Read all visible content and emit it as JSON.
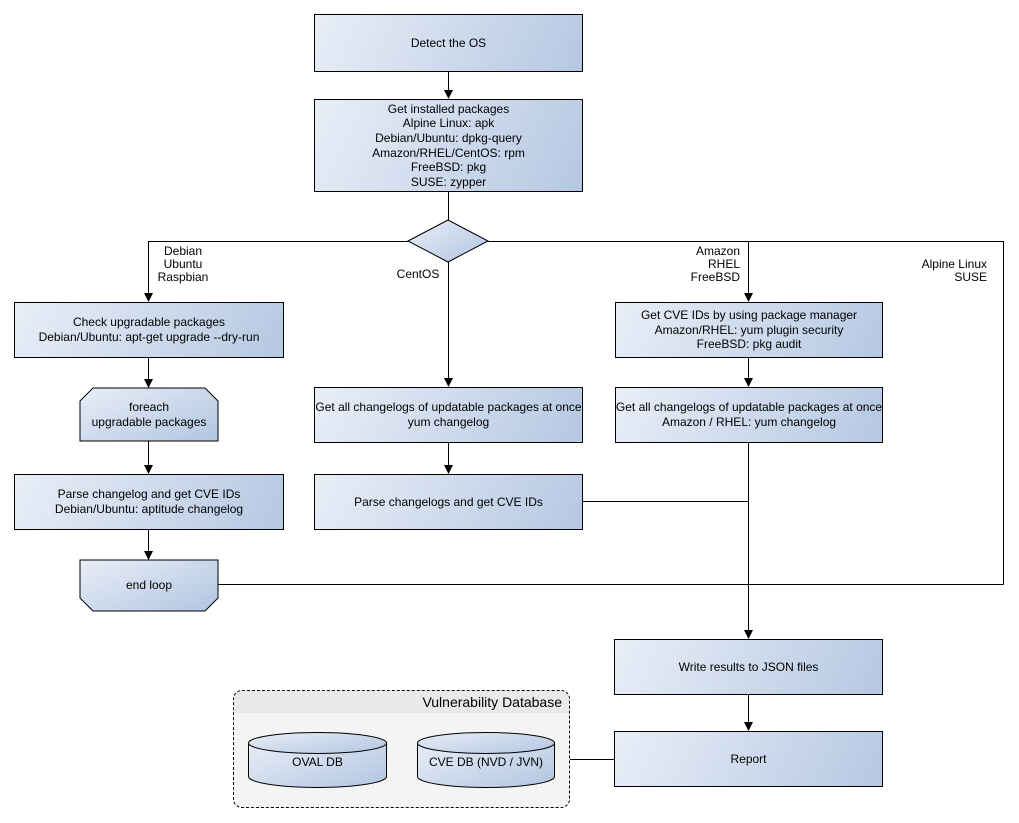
{
  "colors": {
    "node_gradient_start": "#e9eef7",
    "node_gradient_end": "#b5c8e2",
    "node_border": "#000000",
    "line": "#000000",
    "cluster_body": "#f4f4f4",
    "cluster_header": "#e9e9e9"
  },
  "nodes": {
    "detect_os": {
      "label": "Detect the OS"
    },
    "get_installed_packages": {
      "lines": [
        "Get installed packages",
        "Alpine Linux: apk",
        "Debian/Ubuntu: dpkg-query",
        "Amazon/RHEL/CentOS: rpm",
        "FreeBSD: pkg",
        "SUSE: zypper"
      ]
    },
    "check_upgradable": {
      "lines": [
        "Check upgradable packages",
        "Debian/Ubuntu: apt-get upgrade --dry-run"
      ]
    },
    "foreach_loop": {
      "lines": [
        "foreach",
        "upgradable packages"
      ]
    },
    "parse_changelog_deb": {
      "lines": [
        "Parse changelog and get CVE IDs",
        "Debian/Ubuntu: aptitude changelog"
      ]
    },
    "end_loop": {
      "label": "end loop"
    },
    "get_changelogs_yum": {
      "lines": [
        "Get all changelogs of updatable packages at once",
        "yum changelog"
      ]
    },
    "parse_changelogs_yum": {
      "label": "Parse changelogs and get CVE IDs"
    },
    "get_cve_ids_pkg_mgr": {
      "lines": [
        "Get CVE IDs by using package manager",
        "Amazon/RHEL: yum plugin security",
        "FreeBSD: pkg audit"
      ]
    },
    "get_changelogs_amazon": {
      "lines": [
        "Get all changelogs of updatable packages at once",
        "Amazon / RHEL: yum changelog"
      ]
    },
    "write_results": {
      "label": "Write results to JSON files"
    },
    "report": {
      "label": "Report"
    }
  },
  "edge_labels": {
    "debian_branch": [
      "Debian",
      "Ubuntu",
      "Raspbian"
    ],
    "centos_branch": "CentOS",
    "amazon_branch": [
      "Amazon",
      "RHEL",
      "FreeBSD"
    ],
    "alpine_branch": [
      "Alpine Linux",
      "SUSE"
    ]
  },
  "cluster": {
    "title": "Vulnerability Database",
    "databases": [
      "OVAL DB",
      "CVE DB (NVD / JVN)"
    ]
  }
}
